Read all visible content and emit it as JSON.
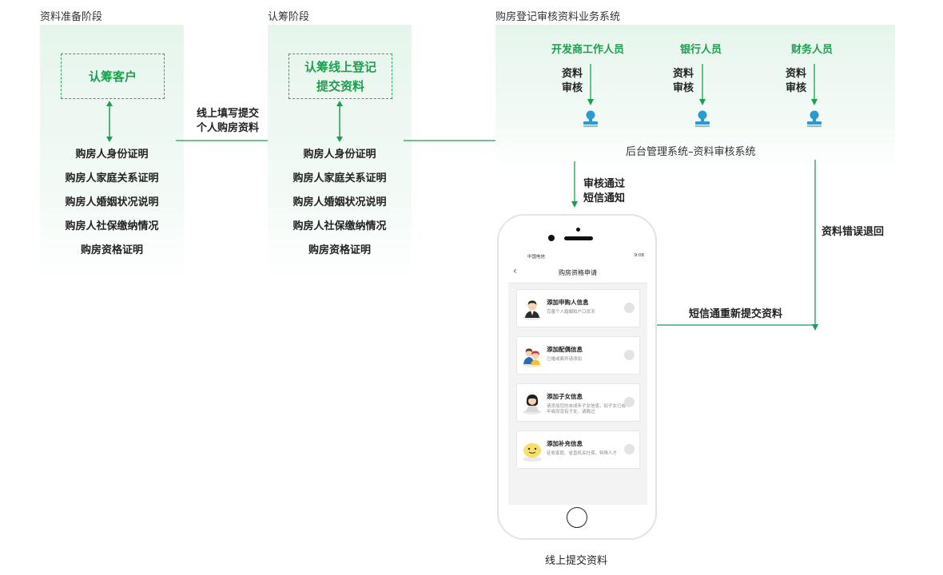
{
  "sections": {
    "prep": {
      "title": "资料准备阶段",
      "box": "认筹客户",
      "items": [
        "购房人身份证明",
        "购房人家庭关系证明",
        "购房人婚姻状况说明",
        "购房人社保缴纳情况",
        "购房资格证明"
      ]
    },
    "subscribe": {
      "title": "认筹阶段",
      "box_line1": "认筹线上登记",
      "box_line2": "提交资料",
      "items": [
        "购房人身份证明",
        "购房人家庭关系证明",
        "购房人婚姻状况说明",
        "购房人社保缴纳情况",
        "购房资格证明"
      ]
    },
    "system": {
      "title": "购房登记审核资料业务系统",
      "roles": [
        {
          "name": "开发商工作人员",
          "action_line1": "资料",
          "action_line2": "审核"
        },
        {
          "name": "银行人员",
          "action_line1": "资料",
          "action_line2": "审核"
        },
        {
          "name": "财务人员",
          "action_line1": "资料",
          "action_line2": "审核"
        }
      ],
      "backend": "后台管理系统–资料审核系统"
    }
  },
  "arrows": {
    "online_fill_line1": "线上填写提交",
    "online_fill_line2": "个人购房资料",
    "approved_line1": "审核通过",
    "approved_line2": "短信通知",
    "error_return": "资料错误退回",
    "resubmit": "短信通重新提交资料"
  },
  "phone": {
    "status_left": "中国电信",
    "status_time": "9:08",
    "header_title": "购房资格申请",
    "cards": [
      {
        "title": "添加申购人信息",
        "sub": "完善个人婚姻和户口状况"
      },
      {
        "title": "添加配偶信息",
        "sub": "已婚或离异请添加"
      },
      {
        "title": "添加子女信息",
        "sub": "请添加您的未成年子女信息，如子女已成年或尚没有子女，请跳过"
      },
      {
        "title": "添加补充信息",
        "sub": "征收家庭、省直机关社保、特殊人才"
      }
    ],
    "caption": "线上提交资料"
  },
  "colors": {
    "accent": "#1e9e4e",
    "panel": "#e6f5ec",
    "icon": "#2a9bd0"
  }
}
